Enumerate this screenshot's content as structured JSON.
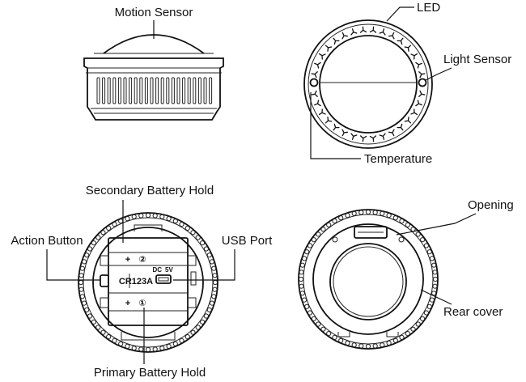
{
  "labels": {
    "motion_sensor": "Motion Sensor",
    "led": "LED",
    "light_sensor": "Light Sensor",
    "temperature": "Temperature",
    "secondary_battery_hold": "Secondary Battery Hold",
    "action_button": "Action Button",
    "usb_port": "USB Port",
    "primary_battery_hold": "Primary Battery Hold",
    "opening": "Opening",
    "rear_cover": "Rear cover"
  },
  "device_markings": {
    "battery_model": "CR123A",
    "dc_label": "DC",
    "voltage_label": "5V",
    "slot_two": "②",
    "slot_one": "①",
    "plus_sign": "+"
  },
  "line_color": "#111111"
}
